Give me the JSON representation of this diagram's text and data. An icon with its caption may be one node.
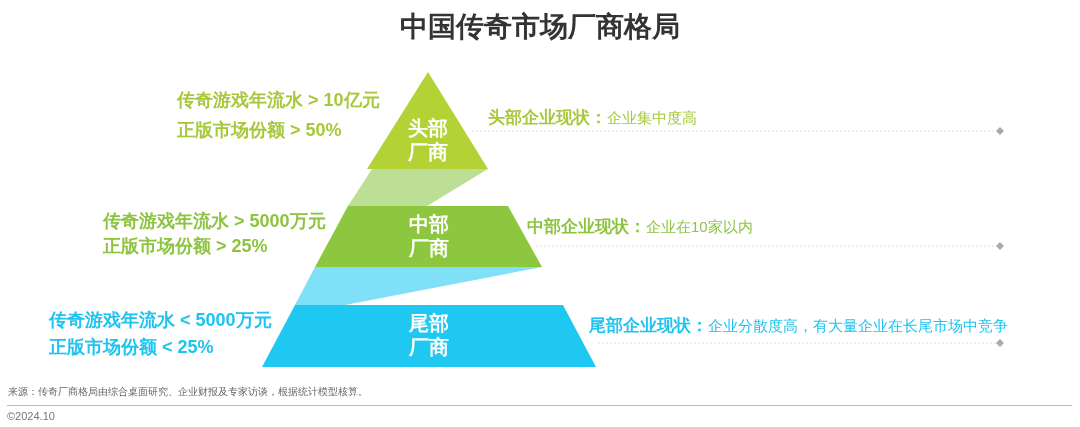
{
  "diagram": {
    "title": "中国传奇市场厂商格局",
    "nodes": [
      {
        "text": [
          "头部厂商"
        ],
        "beside": [
          "传奇游戏年流水 > 10亿元",
          "正版市场份额 > 50%",
          "**头部企业现状：**企业集中度高"
        ]
      },
      {
        "text": [],
        "shape": "band"
      },
      {
        "text": [
          "中部厂商"
        ],
        "beside": [
          "传奇游戏年流水 > 5000万元",
          "正版市场份额 > 25%",
          "**中部企业现状：**企业在10家以内"
        ]
      },
      {
        "text": [],
        "shape": "band"
      },
      {
        "text": [
          "尾部厂商"
        ],
        "beside": [
          "传奇游戏年流水 < 5000万元",
          "正版市场份额 < 25%",
          "**尾部企业现状：**企业分散度高，有大量企业在长尾市场中竞争"
        ]
      }
    ],
    "labels": [
      "来源：传奇厂商格局由综合桌面研究、企业财报及专家访谈，根据统计模型核算。",
      "©2024.10"
    ]
  }
}
